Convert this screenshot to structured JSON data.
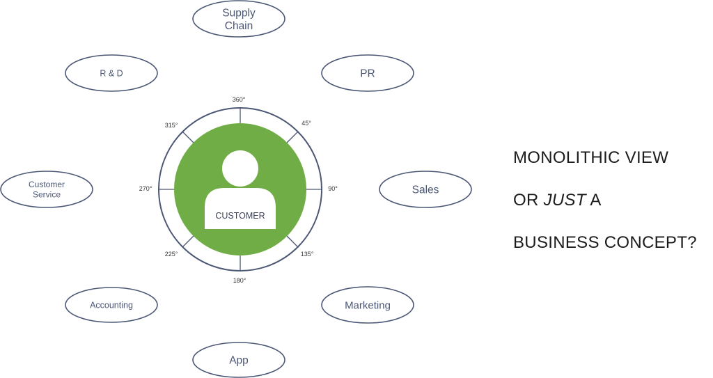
{
  "center": {
    "label": "CUSTOMER",
    "colors": {
      "ring": "#4b5775",
      "fill": "#71ad47",
      "tile": "#ffffff"
    },
    "degree_marks": [
      {
        "id": "d360",
        "label": "360°"
      },
      {
        "id": "d45",
        "label": "45°"
      },
      {
        "id": "d90",
        "label": "90°"
      },
      {
        "id": "d135",
        "label": "135°"
      },
      {
        "id": "d180",
        "label": "180°"
      },
      {
        "id": "d225",
        "label": "225°"
      },
      {
        "id": "d270",
        "label": "270°"
      },
      {
        "id": "d315",
        "label": "315°"
      }
    ]
  },
  "departments": [
    {
      "id": "supply-chain",
      "lines": [
        "Supply",
        "Chain"
      ]
    },
    {
      "id": "pr",
      "lines": [
        "PR"
      ]
    },
    {
      "id": "sales",
      "lines": [
        "Sales"
      ]
    },
    {
      "id": "marketing",
      "lines": [
        "Marketing"
      ]
    },
    {
      "id": "app",
      "lines": [
        "App"
      ]
    },
    {
      "id": "accounting",
      "lines": [
        "Accounting"
      ]
    },
    {
      "id": "customer-service",
      "lines": [
        "Customer",
        "Service"
      ]
    },
    {
      "id": "r-and-d",
      "lines": [
        "R & D"
      ]
    }
  ],
  "headline": {
    "line1": "MONOLITHIC VIEW",
    "line2_prefix": "OR ",
    "line2_emphasis": "JUST",
    "line2_suffix": " A",
    "line3": "BUSINESS CONCEPT?"
  }
}
